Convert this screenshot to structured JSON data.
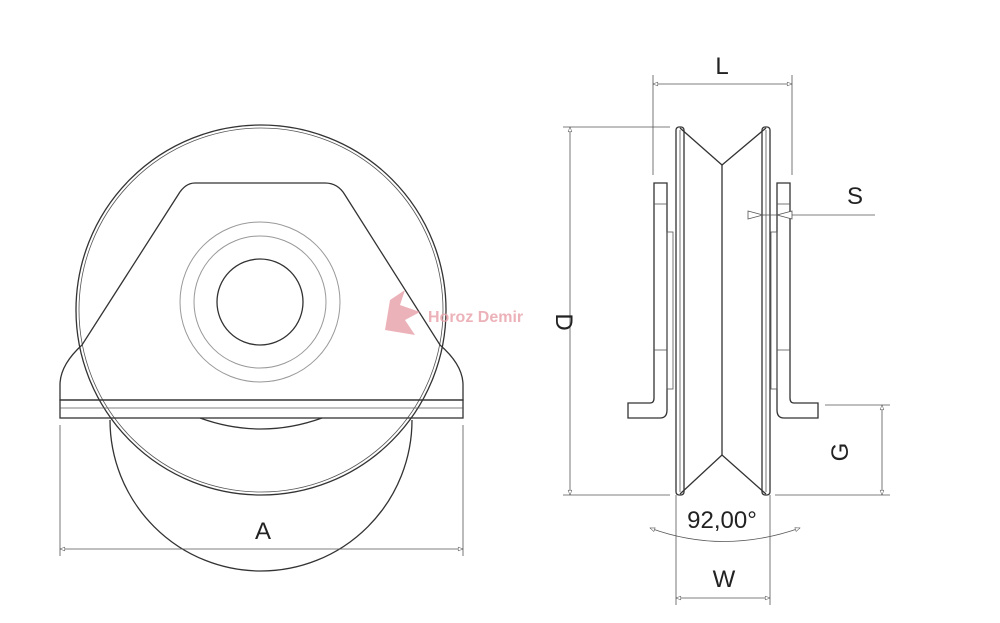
{
  "drawing": {
    "labels": {
      "A": "A",
      "L": "L",
      "S": "S",
      "D": "D",
      "G": "G",
      "W": "W",
      "angle": "92,00°"
    },
    "watermark": "Horoz Demir"
  }
}
